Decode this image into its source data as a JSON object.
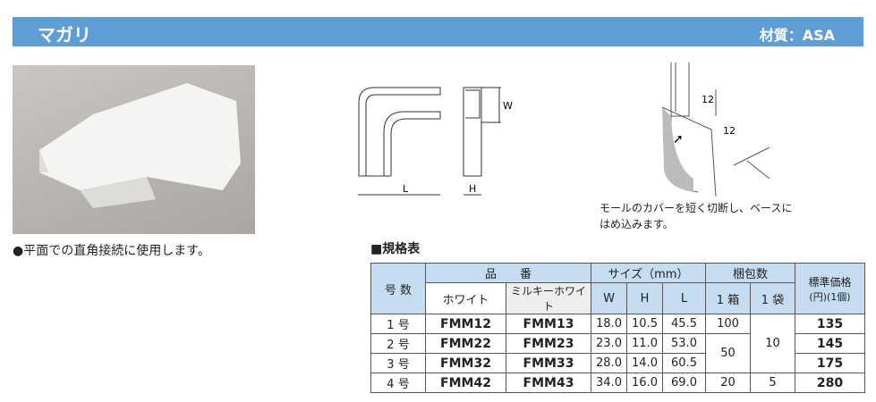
{
  "header": {
    "title": "マガリ",
    "material": "材質：ASA"
  },
  "description": "●平面での直角接続に使用します。",
  "drawing": {
    "L": "L",
    "W": "W",
    "H": "H",
    "dim1": "12",
    "dim2": "12"
  },
  "caption": [
    "モールのカバーを短く切断し、ベースに",
    "はめ込みます。"
  ],
  "table": {
    "title": "■規格表",
    "headers": {
      "no": "号 数",
      "part": "品　　番",
      "white": "ホワイト",
      "milky": "ミルキーホワイト",
      "size": "サイズ（mm）",
      "w": "W",
      "h": "H",
      "l": "L",
      "pack": "梱包数",
      "box": "1 箱",
      "bag": "1 袋",
      "price1": "標準価格",
      "price2": "(円)(1個)"
    },
    "rows": [
      {
        "no": "1 号",
        "white": "FMM12",
        "milky": "FMM13",
        "w": "18.0",
        "h": "10.5",
        "l": "45.5",
        "box": "100",
        "price": "135"
      },
      {
        "no": "2 号",
        "white": "FMM22",
        "milky": "FMM23",
        "w": "23.0",
        "h": "11.0",
        "l": "53.0",
        "price": "145"
      },
      {
        "no": "3 号",
        "white": "FMM32",
        "milky": "FMM33",
        "w": "28.0",
        "h": "14.0",
        "l": "60.5",
        "price": "175"
      },
      {
        "no": "4 号",
        "white": "FMM42",
        "milky": "FMM43",
        "w": "34.0",
        "h": "16.0",
        "l": "69.0",
        "box": "20",
        "bag": "5",
        "price": "280"
      }
    ],
    "box_merged": "50",
    "bag_merged": "10"
  }
}
